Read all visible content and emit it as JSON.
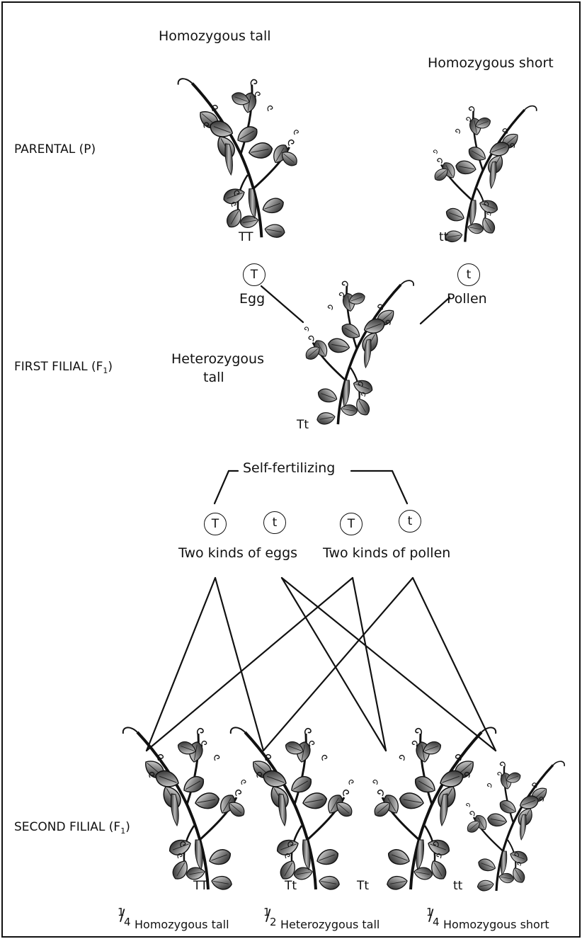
{
  "generations": {
    "parental": "PARENTAL (P)",
    "first_filial_prefix": "FIRST FILIAL (F",
    "first_filial_sub": "1",
    "first_filial_suffix": ")",
    "second_filial_prefix": "SECOND FILIAL (F",
    "second_filial_sub": "1",
    "second_filial_suffix": ")"
  },
  "parents": {
    "tall_label": "Homozygous tall",
    "short_label": "Homozygous short",
    "tall_genotype": "TT",
    "short_genotype": "tt"
  },
  "f1": {
    "egg_allele": "T",
    "egg_label": "Egg",
    "pollen_allele": "t",
    "pollen_label": "Pollen",
    "label_line1": "Heterozygous",
    "label_line2": "tall",
    "genotype": "Tt"
  },
  "cross": {
    "self_label": "Self-fertilizing",
    "egg_alleles": [
      "T",
      "t"
    ],
    "pollen_alleles": [
      "T",
      "t"
    ],
    "eggs_label": "Two kinds of eggs",
    "pollen_label": "Two kinds of pollen"
  },
  "f2": {
    "genotypes": [
      "TT",
      "Tt",
      "Tt",
      "tt"
    ],
    "results": [
      {
        "num": "1",
        "den": "4",
        "label": "Homozygous tall"
      },
      {
        "num": "1",
        "den": "2",
        "label": "Heterozygous tall"
      },
      {
        "num": "1",
        "den": "4",
        "label": "Homozygous short"
      }
    ]
  }
}
